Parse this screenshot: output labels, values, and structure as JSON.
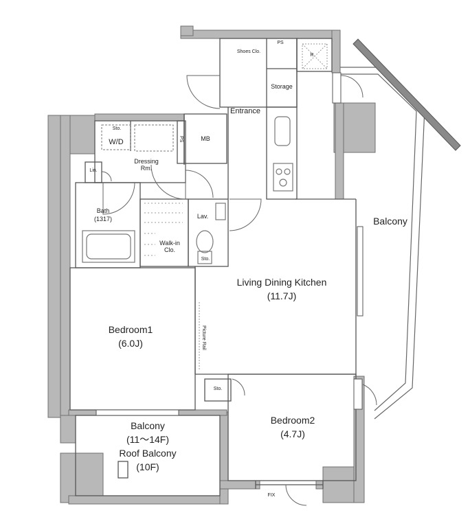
{
  "colors": {
    "wall": "#b8b8b8",
    "wall_edge": "#6f6f6f",
    "line": "#555555",
    "fixture": "#888888",
    "background": "#ffffff"
  },
  "rooms": {
    "shoes": "Shoes Clo.",
    "ps_top": "PS",
    "r_mark": "R",
    "storage": "Storage",
    "entrance": "Entrance",
    "sto_wd": "Sto.",
    "wd": "W/D",
    "ps_side": "PS",
    "mb": "MB",
    "dressing": "Dressing Rm.",
    "lin": "Lin.",
    "bath": "Bath",
    "bath_size": "(1317)",
    "lav": "Lav.",
    "walkin": "Walk-in Clo.",
    "sto_toilet": "Sto.",
    "ldk": "Living Dining Kitchen",
    "ldk_size": "(11.7J)",
    "bedroom1": "Bedroom1",
    "bedroom1_size": "(6.0J)",
    "picture_rail": "Picture Rail",
    "balcony_east": "Balcony",
    "sto_bed2": "Sto.",
    "bedroom2": "Bedroom2",
    "bedroom2_size": "(4.7J)",
    "balcony_south": "Balcony",
    "balcony_floors": "(11～14F)",
    "roof_balcony": "Roof Balcony",
    "roof_floor": "(10F)",
    "fix": "FIX"
  }
}
